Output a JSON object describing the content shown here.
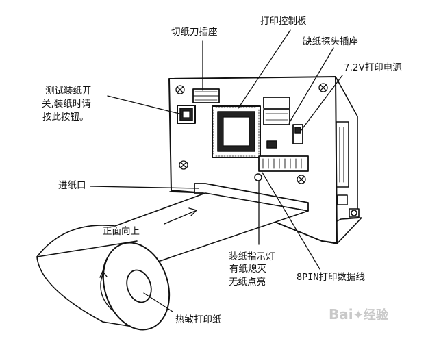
{
  "labels": {
    "cutter_socket": "切纸刀插座",
    "control_board": "打印控制板",
    "paper_sensor_socket": "缺纸探头插座",
    "power": "7.2V打印电源",
    "test_button_1": "测试装纸开",
    "test_button_2": "关,装纸时请",
    "test_button_3": "按此按钮。",
    "paper_inlet": "进纸口",
    "face_up": "正面向上",
    "indicator_1": "装纸指示灯",
    "indicator_2": "有纸熄灭",
    "indicator_3": "无纸点亮",
    "data_cable": "8PIN打印数据线",
    "thermal_paper": "热敏打印纸"
  },
  "watermark": {
    "brand": "Bai",
    "brand_suffix": "经验"
  }
}
